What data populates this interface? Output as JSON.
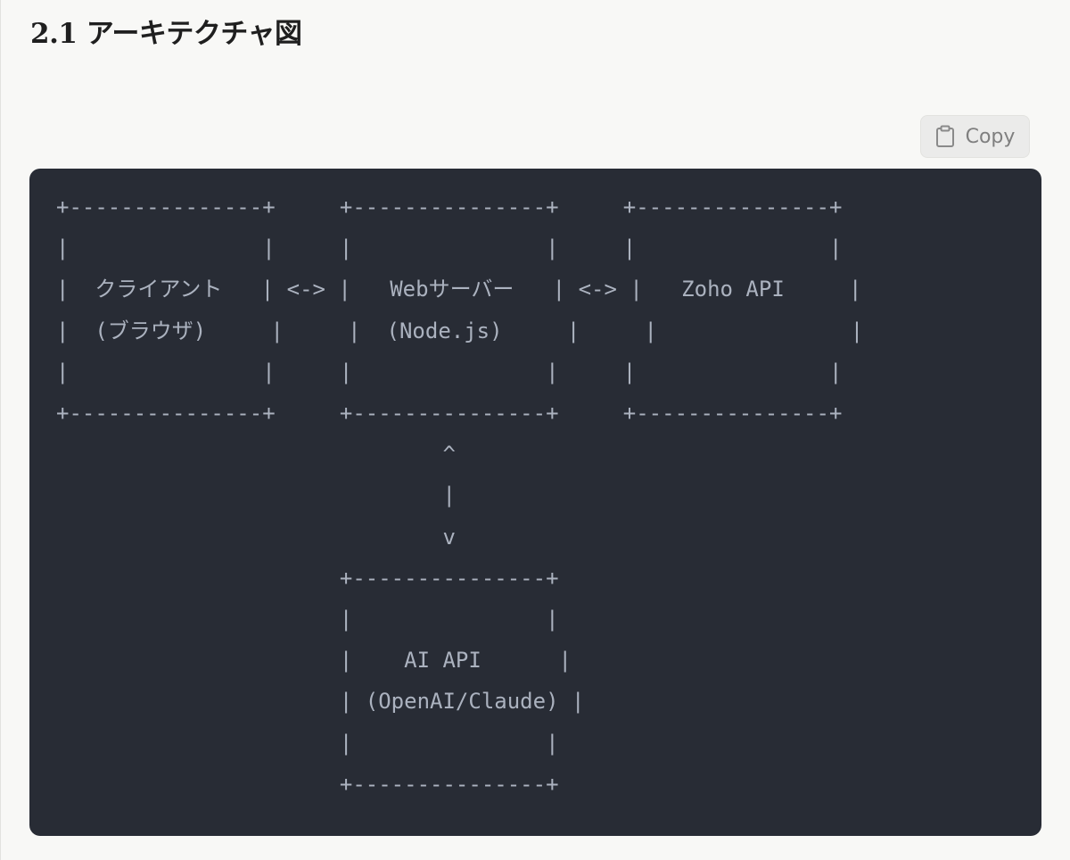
{
  "section": {
    "title": "2.1 アーキテクチャ図"
  },
  "toolbar": {
    "copy_label": "Copy",
    "copy_icon": "clipboard-icon"
  },
  "code_block": {
    "content": "+---------------+     +---------------+     +---------------+\n|               |     |               |     |               |\n|  クライアント   | <-> |   Webサーバー   | <-> |   Zoho API     |\n|  (ブラウザ)     |     |  (Node.js)     |     |               |\n|               |     |               |     |               |\n+---------------+     +---------------+     +---------------+\n                              ^\n                              |\n                              v\n                      +---------------+\n                      |               |\n                      |    AI API      |\n                      | (OpenAI/Claude) |\n                      |               |\n                      +---------------+",
    "background": "#282c35",
    "text_color": "#abb2bf"
  }
}
